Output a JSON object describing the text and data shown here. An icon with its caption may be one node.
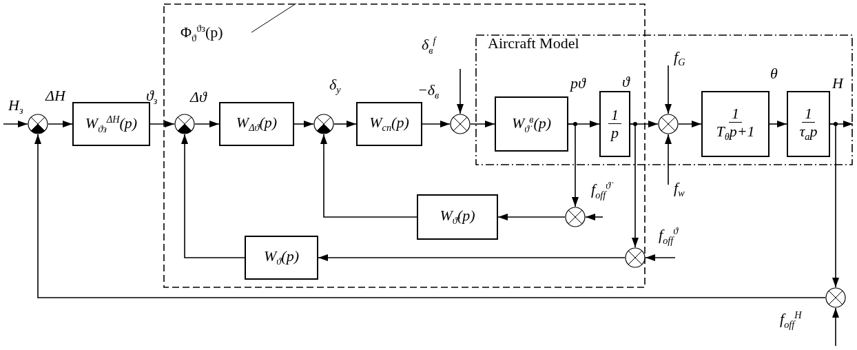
{
  "diagram": {
    "nodes": [
      {
        "text": [
          "Φ$_{ϑ}$$^{ϑз}$(p)"
        ]
      },
      {
        "text": [
          "Aircraft Model"
        ]
      },
      {
        "text": [],
        "shape": "circle"
      },
      {
        "text": [
          "W$_{ϑз}$$^{ΔH}$(p)"
        ]
      },
      {
        "text": [],
        "shape": "circle",
        "in": 0
      },
      {
        "text": [
          "W$_{Δϑ}$(p)"
        ],
        "in": 0
      },
      {
        "text": [],
        "shape": "circle",
        "in": 0
      },
      {
        "text": [
          "W$_{сп}$(p)"
        ],
        "in": 0
      },
      {
        "text": [],
        "shape": "circle",
        "in": 0
      },
      {
        "text": [
          "W$_{ϑ̇}$$^{в}$(p)"
        ]
      },
      {
        "text": [
          "1",
          "p"
        ]
      },
      {
        "text": [],
        "shape": "circle",
        "in": 1
      },
      {
        "text": [
          "1",
          "T$_{θ}$p+1"
        ],
        "in": 1
      },
      {
        "text": [
          "1",
          "τ$_{a}$p"
        ],
        "in": 1
      },
      {
        "text": [],
        "shape": "circle",
        "in": 0
      },
      {
        "text": [
          "W$_{ϑ̇}$(p)"
        ],
        "in": 0
      },
      {
        "text": [],
        "shape": "circle",
        "in": 0
      },
      {
        "text": [
          "W$_{ϑ}$(p)"
        ],
        "in": 0
      },
      {
        "text": [],
        "shape": "circle"
      }
    ],
    "edges": [
      {
        "from": null,
        "to": 2,
        "arrow": "to",
        "label": "H$_{з}$"
      },
      {
        "from": 2,
        "to": 3,
        "arrow": "to",
        "label": "ΔH"
      },
      {
        "from": 3,
        "to": 4,
        "arrow": "to",
        "label": "ϑ$_{з}$"
      },
      {
        "from": 4,
        "to": 5,
        "arrow": "to",
        "label": "Δϑ"
      },
      {
        "from": 5,
        "to": 6,
        "arrow": "to"
      },
      {
        "from": 6,
        "to": 7,
        "arrow": "to",
        "label": "δ$_{у}$"
      },
      {
        "from": 7,
        "to": 8,
        "arrow": "to",
        "label": "−δ$_{в}$"
      },
      {
        "from": null,
        "to": 8,
        "arrow": "to",
        "label": "δ$_{в}$$^{f}$"
      },
      {
        "from": 8,
        "to": 9,
        "arrow": "to"
      },
      {
        "from": 9,
        "to": 10,
        "arrow": "to",
        "label": "pϑ"
      },
      {
        "from": 10,
        "to": 11,
        "arrow": "to",
        "label": "ϑ"
      },
      {
        "from": null,
        "to": 11,
        "arrow": "to",
        "label": "f$_{G}$"
      },
      {
        "from": null,
        "to": 11,
        "arrow": "to",
        "label": "f$_{w}$"
      },
      {
        "from": 11,
        "to": 12,
        "arrow": "to"
      },
      {
        "from": 12,
        "to": 13,
        "arrow": "to",
        "label": "θ"
      },
      {
        "from": 13,
        "to": null,
        "arrow": "to",
        "label": "H"
      },
      {
        "from": 9,
        "to": 14,
        "arrow": "to"
      },
      {
        "from": null,
        "to": 14,
        "arrow": "to",
        "label": "f$_{off}$$^{ϑ̇}$"
      },
      {
        "from": 14,
        "to": 15,
        "arrow": "to"
      },
      {
        "from": 15,
        "to": 6,
        "arrow": "to"
      },
      {
        "from": 10,
        "to": 16,
        "arrow": "to"
      },
      {
        "from": null,
        "to": 16,
        "arrow": "to",
        "label": "f$_{off}$$^{ϑ}$"
      },
      {
        "from": 16,
        "to": 17,
        "arrow": "to"
      },
      {
        "from": 17,
        "to": 4,
        "arrow": "to"
      },
      {
        "from": 13,
        "to": 18,
        "arrow": "to"
      },
      {
        "from": null,
        "to": 18,
        "arrow": "to",
        "label": "f$_{off}$$^{H}$"
      },
      {
        "from": 18,
        "to": 2,
        "arrow": "to"
      }
    ]
  }
}
